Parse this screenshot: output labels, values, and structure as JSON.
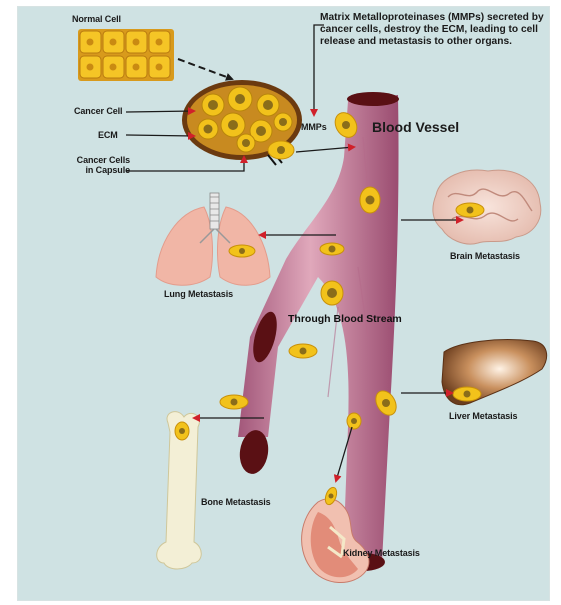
{
  "labels": {
    "normal_cell": "Normal Cell",
    "cancer_cell": "Cancer Cell",
    "ecm": "ECM",
    "cancer_cells_capsule": "Cancer Cells in Capsule",
    "mmps_note": "Matrix Metalloproteinases (MMPs) secreted by cancer cells, destroy the ECM,  leading to cell release and metastasis to other organs.",
    "mmps": "MMPs",
    "blood_vessel": "Blood Vessel",
    "through_blood_stream": "Through Blood Stream",
    "lung_metastasis": "Lung Metastasis",
    "brain_metastasis": "Brain Metastasis",
    "liver_metastasis": "Liver Metastasis",
    "bone_metastasis": "Bone Metastasis",
    "kidney_metastasis": "Kidney Metastasis"
  },
  "colors": {
    "background": "#cfe2e3",
    "cell_yellow": "#f2c21b",
    "cell_nucleus": "#8a6d1a",
    "capsule_brown": "#6b3a10",
    "vessel_pink": "#c98aa0",
    "vessel_dark": "#5a1014",
    "arrow_red": "#d0202a"
  }
}
